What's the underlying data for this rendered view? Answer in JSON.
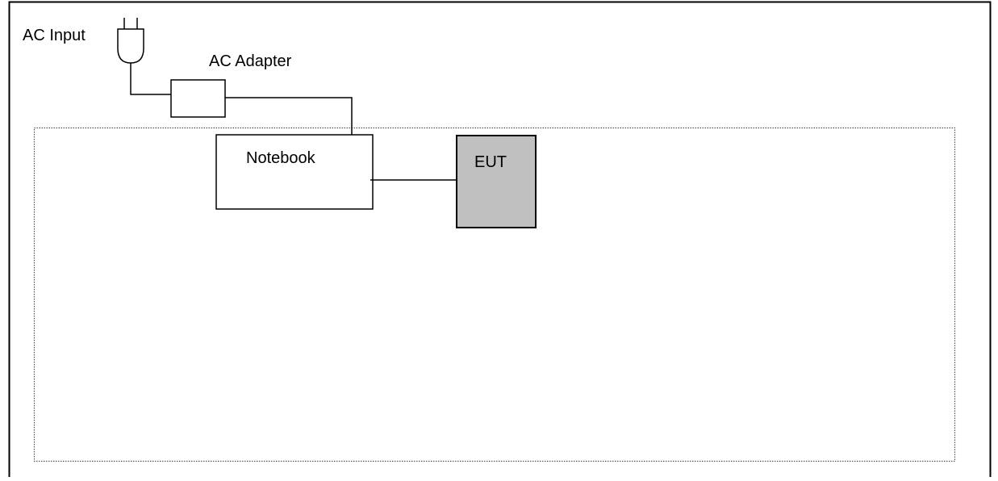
{
  "labels": {
    "ac_input": "AC Input",
    "ac_adapter": "AC Adapter",
    "notebook": "Notebook",
    "eut": "EUT"
  },
  "icons": {
    "plug": "power-plug-icon"
  },
  "colors": {
    "line": "#000000",
    "background": "#ffffff",
    "eut_fill": "#c0c0c0",
    "dotted_border": "#555555"
  }
}
